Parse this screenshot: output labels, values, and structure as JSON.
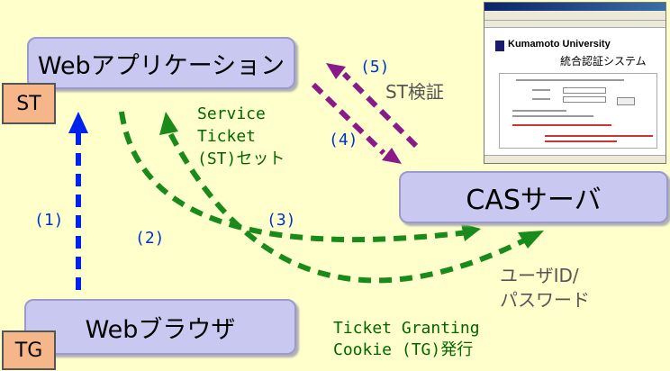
{
  "nodes": {
    "webapp": "Webアプリケーション",
    "cas": "CASサーバ",
    "browser": "Webブラウザ"
  },
  "tags": {
    "st": "ST",
    "tg": "TG"
  },
  "steps": {
    "s1": "(1)",
    "s2": "(2)",
    "s3": "(3)",
    "s4": "(4)",
    "s5": "(5)"
  },
  "labels": {
    "service_ticket": "Service\nTicket\n(ST)セット",
    "st_verify": "ST検証",
    "user_id": "ユーザID/\nパスワード",
    "tgc": "Ticket Granting\nCookie (TG)発行"
  },
  "cas_window": {
    "university": "Kumamoto University",
    "system": "統合認証システム"
  },
  "colors": {
    "blue_arrow": "#0022ee",
    "green_arrow": "#1a8a1a",
    "purple_arrow": "#8a1a8a",
    "box_fill": "#c8c8f0",
    "tag_fill": "#f5b78a",
    "background": "#ffffcc"
  }
}
